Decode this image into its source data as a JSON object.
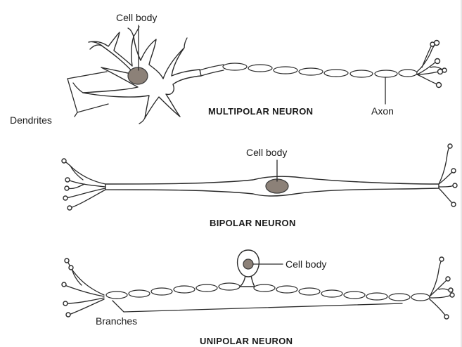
{
  "multipolar": {
    "title": "MULTIPOLAR NEURON",
    "cell_body_label": "Cell body",
    "dendrites_label": "Dendrites",
    "axon_label": "Axon"
  },
  "bipolar": {
    "title": "BIPOLAR NEURON",
    "cell_body_label": "Cell body"
  },
  "unipolar": {
    "title": "UNIPOLAR NEURON",
    "cell_body_label": "Cell body",
    "branches_label": "Branches"
  },
  "colors": {
    "outline": "#2a2a2a",
    "nucleus": "#8c8178",
    "background": "#ffffff"
  }
}
